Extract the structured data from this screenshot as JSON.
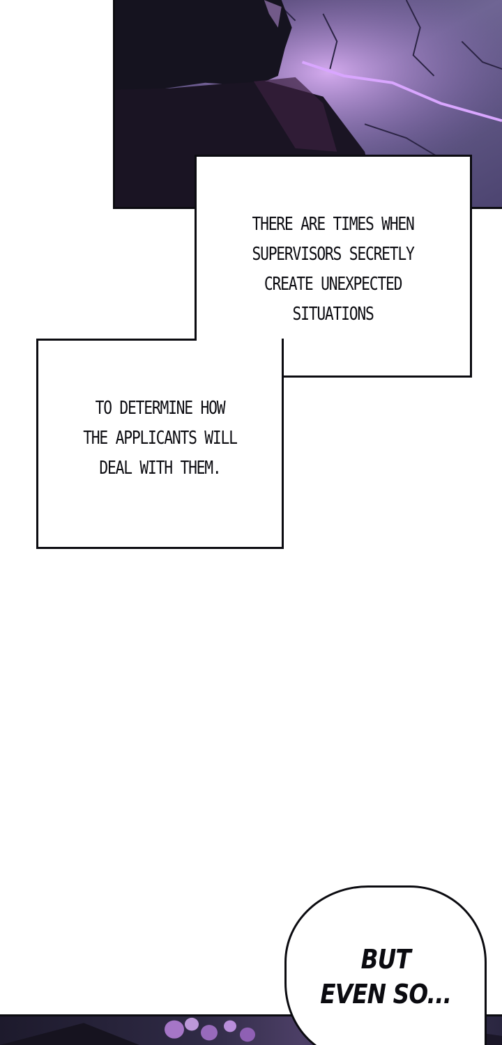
{
  "captions": [
    {
      "text": "THERE ARE TIMES WHEN\nSUPERVISORS SECRETLY\nCREATE UNEXPECTED\nSITUATIONS"
    },
    {
      "text": "TO DETERMINE HOW\nTHE APPLICANTS WILL\nDEAL WITH THEM."
    }
  ],
  "speech_bubble": {
    "text": "BUT\nEVEN SO..."
  },
  "colors": {
    "ink": "#0b0b10",
    "paper": "#ffffff",
    "panel_purple": "#4a3f6e",
    "glow": "#c48ae8"
  }
}
